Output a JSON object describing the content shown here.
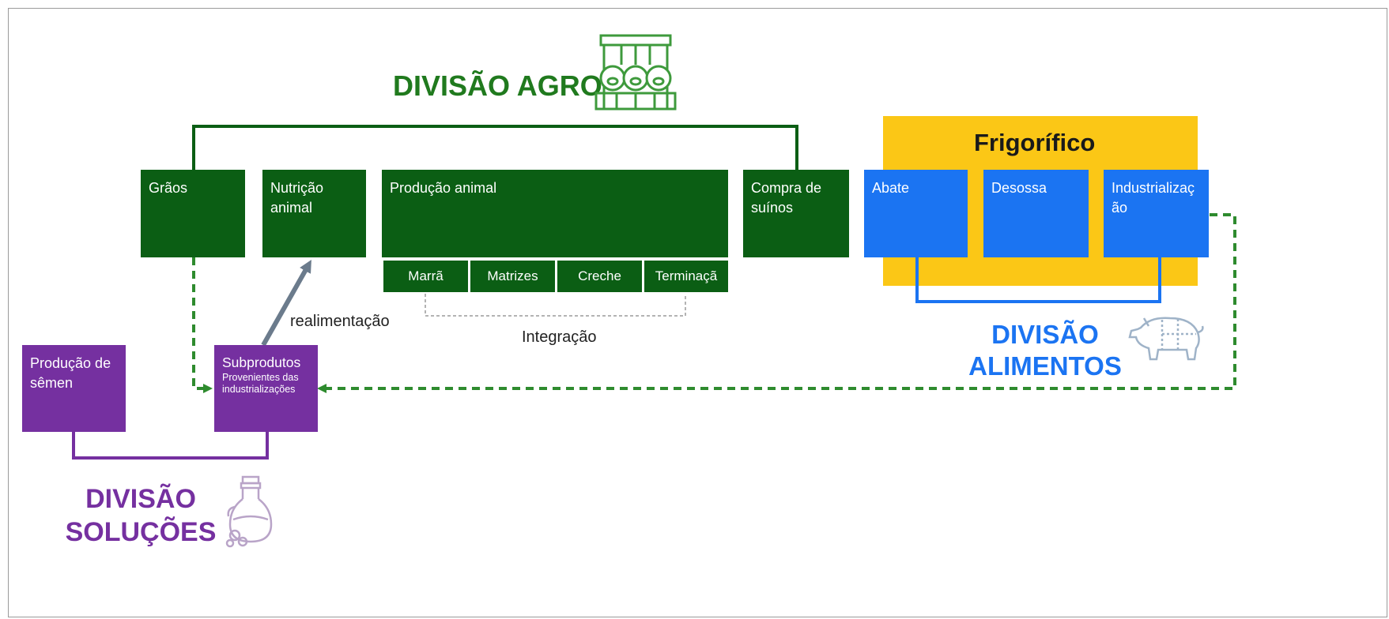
{
  "divisions": {
    "agro": "DIVISÃO AGRO",
    "alimentos_line1": "DIVISÃO",
    "alimentos_line2": "ALIMENTOS",
    "solucoes_line1": "DIVISÃO",
    "solucoes_line2": "SOLUÇÕES"
  },
  "frigorifico": {
    "title": "Frigorífico"
  },
  "agro_boxes": {
    "graos": "Grãos",
    "nutricao_1": "Nutrição",
    "nutricao_2": "animal",
    "producao": "Produção animal",
    "compra_1": "Compra de",
    "compra_2": "suínos"
  },
  "producao_stages": [
    "Marrã",
    "Matrizes",
    "Creche",
    "Terminaçã"
  ],
  "alimentos_boxes": {
    "abate": "Abate",
    "desossa": "Desossa",
    "industrializacao_1": "Industrializaç",
    "industrializacao_2": "ão"
  },
  "solucoes_boxes": {
    "semen_1": "Produção de",
    "semen_2": "sêmen",
    "subprodutos": "Subprodutos",
    "subprodutos_sub_1": "Provenientes das",
    "subprodutos_sub_2": "industrializações"
  },
  "labels": {
    "realimentacao": "realimentação",
    "integracao": "Integração"
  },
  "colors": {
    "agro_green": "#0b5e14",
    "title_green": "#207a1e",
    "alimentos_blue": "#1b74f2",
    "solucoes_purple": "#7530a0",
    "frigorifico_yellow": "#fbc716",
    "dashed_green": "#2e8b2e",
    "arrow_gray": "#6b7b8c"
  },
  "icons": [
    "pig-pens-icon",
    "pig-cuts-icon",
    "oil-bottle-icon"
  ]
}
